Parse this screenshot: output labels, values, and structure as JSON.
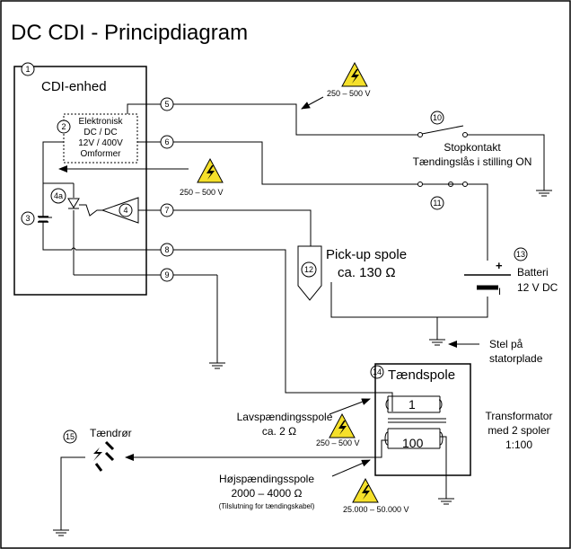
{
  "title": "DC CDI - Principdiagram",
  "cdi_label": "CDI-enhed",
  "converter": [
    "Elektronisk",
    "DC / DC",
    "12V / 400V",
    "Omformer"
  ],
  "pins": [
    "1",
    "2",
    "3",
    "4a",
    "4",
    "5",
    "6",
    "7",
    "8",
    "9",
    "10",
    "11",
    "12",
    "13",
    "14",
    "15"
  ],
  "voltage_250_500": "250 – 500 V",
  "voltage_25000_50000": "25.000 – 50.000 V",
  "stopkontakt": [
    "Stopkontakt",
    "Tændingslås i stilling ON"
  ],
  "pickup": [
    "Pick-up spole",
    "ca. 130 Ω"
  ],
  "battery": [
    "Batteri",
    "12 V DC"
  ],
  "ground": [
    "Stel på",
    "statorplade"
  ],
  "ignition_coil": "Tændspole",
  "winding_primary": "1",
  "winding_secondary": "100",
  "transformer": [
    "Transformator",
    "med 2 spoler",
    "1:100"
  ],
  "low_voltage_coil": [
    "Lavspændingsspole",
    "ca.  2 Ω"
  ],
  "high_voltage_coil": [
    "Højspændingsspole",
    "2000 – 4000 Ω",
    "(Tilslutning for tændingskabel)"
  ],
  "spark_plug": "Tændrør",
  "battery_plus": "+",
  "battery_minus": "I"
}
